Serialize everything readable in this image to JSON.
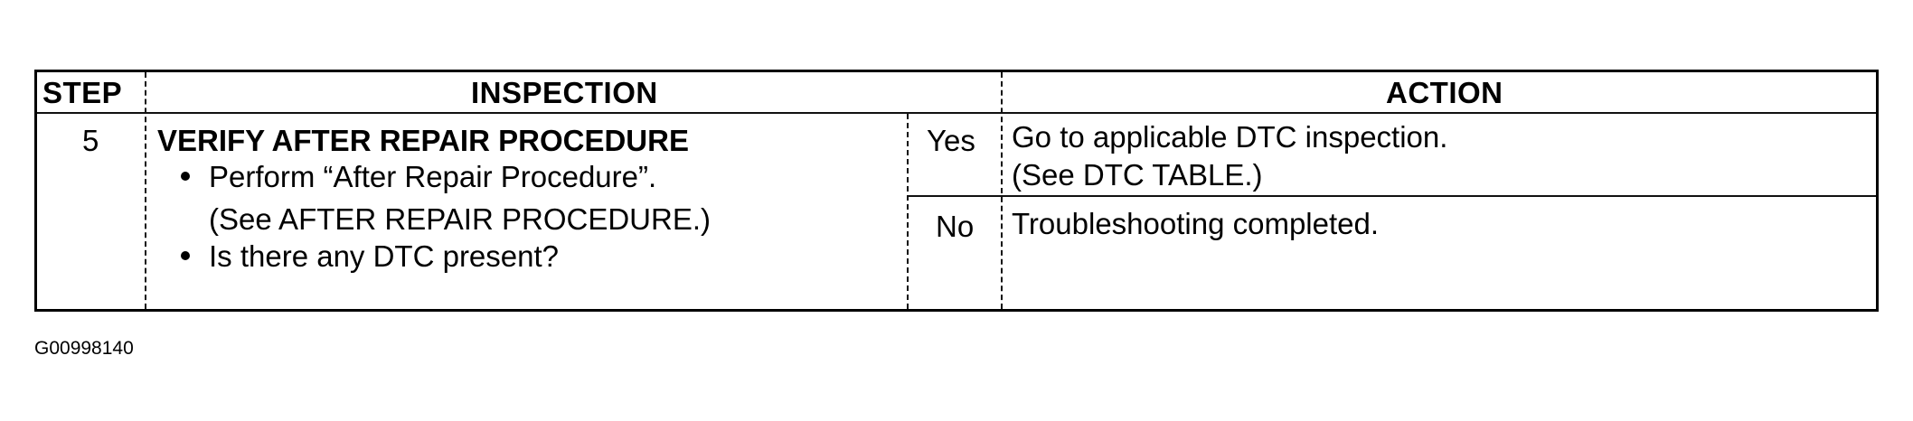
{
  "table": {
    "headers": {
      "step": "STEP",
      "inspection": "INSPECTION",
      "action": "ACTION"
    },
    "row": {
      "step_number": "5",
      "title": "VERIFY AFTER REPAIR PROCEDURE",
      "bullets": [
        "Perform “After Repair Procedure”.",
        "Is there any DTC present?"
      ],
      "bullet1_continuation": "(See AFTER REPAIR PROCEDURE.)",
      "answers": [
        {
          "label": "Yes",
          "action_lines": [
            "Go to applicable DTC inspection.",
            "(See DTC TABLE.)"
          ]
        },
        {
          "label": "No",
          "action_lines": [
            "Troubleshooting completed."
          ]
        }
      ]
    }
  },
  "figure_code": "G00998140"
}
